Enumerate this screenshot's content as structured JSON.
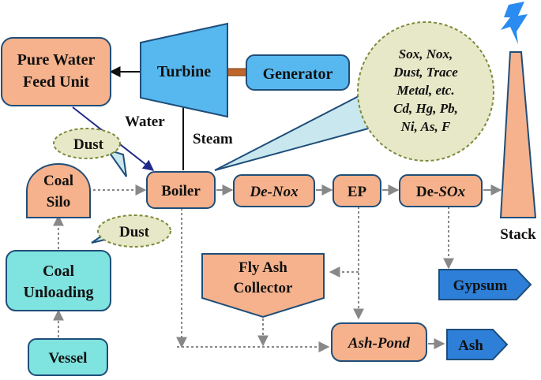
{
  "colors": {
    "orange": "#f6b28c",
    "teal": "#7fe3df",
    "blue": "#57b8f0",
    "blue_dark": "#2d7fd8",
    "olive": "#e6e8c8",
    "olive_stroke": "#7f8a3a",
    "triangle_fill": "#c9e7ef",
    "stroke": "#1f4e79",
    "grey_arrow": "#888888",
    "coupling": "#c0662a",
    "lightning": "#2a8cf0"
  },
  "nodes": {
    "pure_water": [
      "Pure Water",
      "Feed Unit"
    ],
    "turbine": "Turbine",
    "generator": "Generator",
    "boiler": "Boiler",
    "de_nox": "De-Nox",
    "ep": "EP",
    "de_sox_prefix": "De-",
    "de_sox_suffix": "SOx",
    "stack": "Stack",
    "coal_silo": [
      "Coal",
      "Silo"
    ],
    "coal_unloading": [
      "Coal",
      "Unloading"
    ],
    "vessel": "Vessel",
    "fly_ash": [
      "Fly Ash",
      "Collector"
    ],
    "ash_pond": "Ash-Pond",
    "gypsum": "Gypsum",
    "ash": "Ash"
  },
  "labels": {
    "water": "Water",
    "steam": "Steam",
    "dust_top": "Dust",
    "dust_bottom": "Dust"
  },
  "emissions": [
    "Sox, Nox,",
    "Dust, Trace",
    "Metal, etc.",
    "Cd, Hg, Pb,",
    "Ni, As, F"
  ]
}
